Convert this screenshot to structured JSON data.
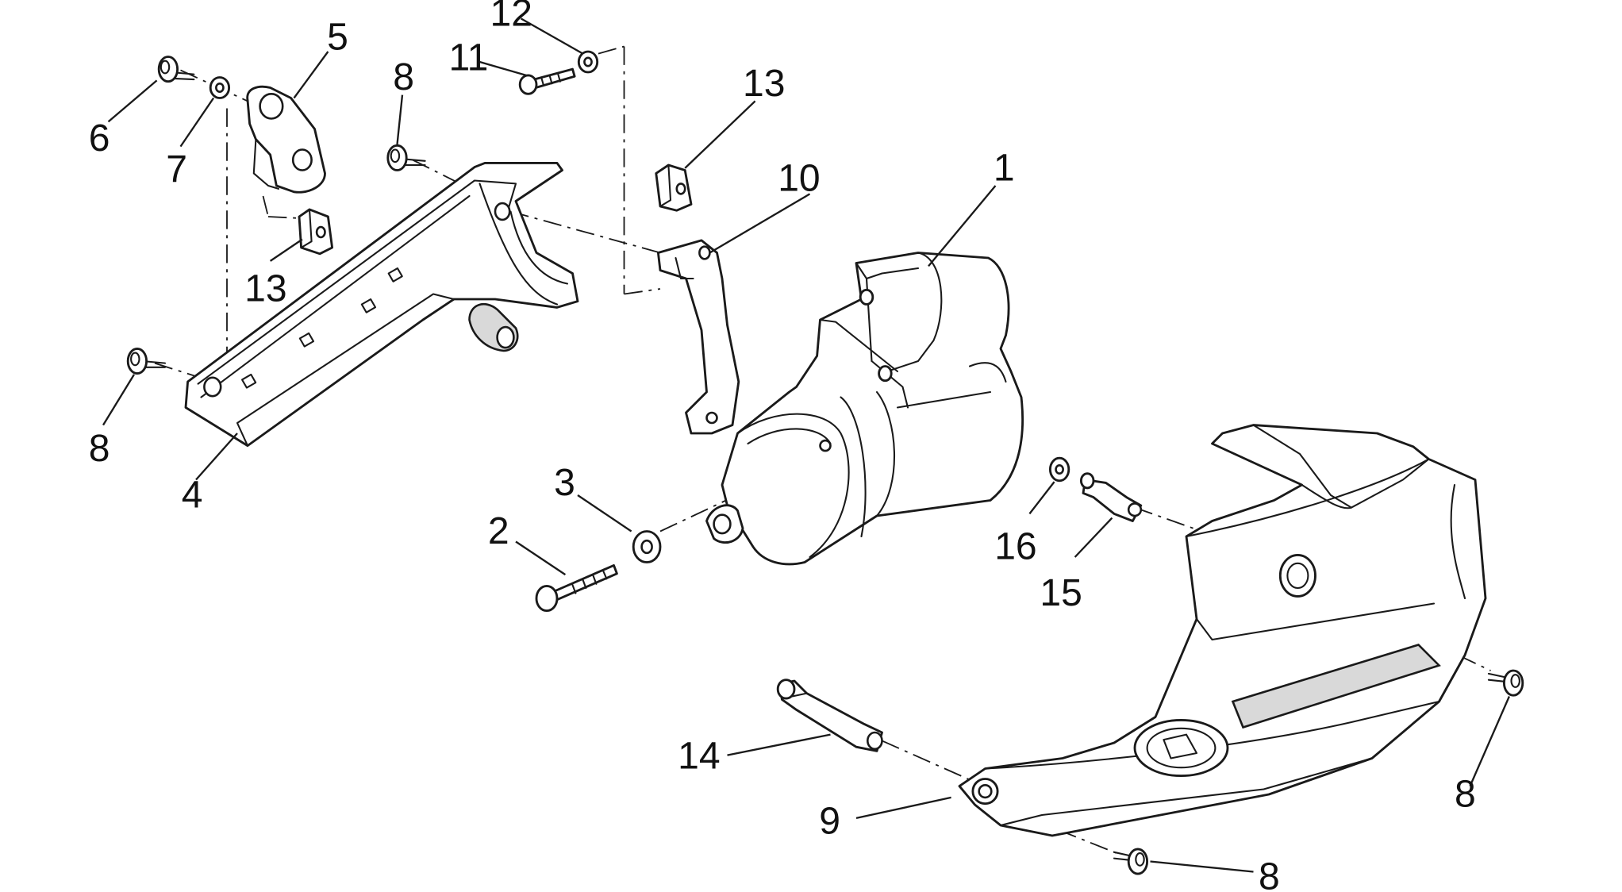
{
  "callouts": [
    {
      "id": "c1",
      "label": "1"
    },
    {
      "id": "c2",
      "label": "2"
    },
    {
      "id": "c3",
      "label": "3"
    },
    {
      "id": "c4",
      "label": "4"
    },
    {
      "id": "c5",
      "label": "5"
    },
    {
      "id": "c6",
      "label": "6"
    },
    {
      "id": "c7",
      "label": "7"
    },
    {
      "id": "c8a",
      "label": "8"
    },
    {
      "id": "c8b",
      "label": "8"
    },
    {
      "id": "c8c",
      "label": "8"
    },
    {
      "id": "c8d",
      "label": "8"
    },
    {
      "id": "c9",
      "label": "9"
    },
    {
      "id": "c10",
      "label": "10"
    },
    {
      "id": "c11",
      "label": "11"
    },
    {
      "id": "c12",
      "label": "12"
    },
    {
      "id": "c13a",
      "label": "13"
    },
    {
      "id": "c13b",
      "label": "13"
    },
    {
      "id": "c14",
      "label": "14"
    },
    {
      "id": "c15",
      "label": "15"
    },
    {
      "id": "c16",
      "label": "16"
    }
  ]
}
